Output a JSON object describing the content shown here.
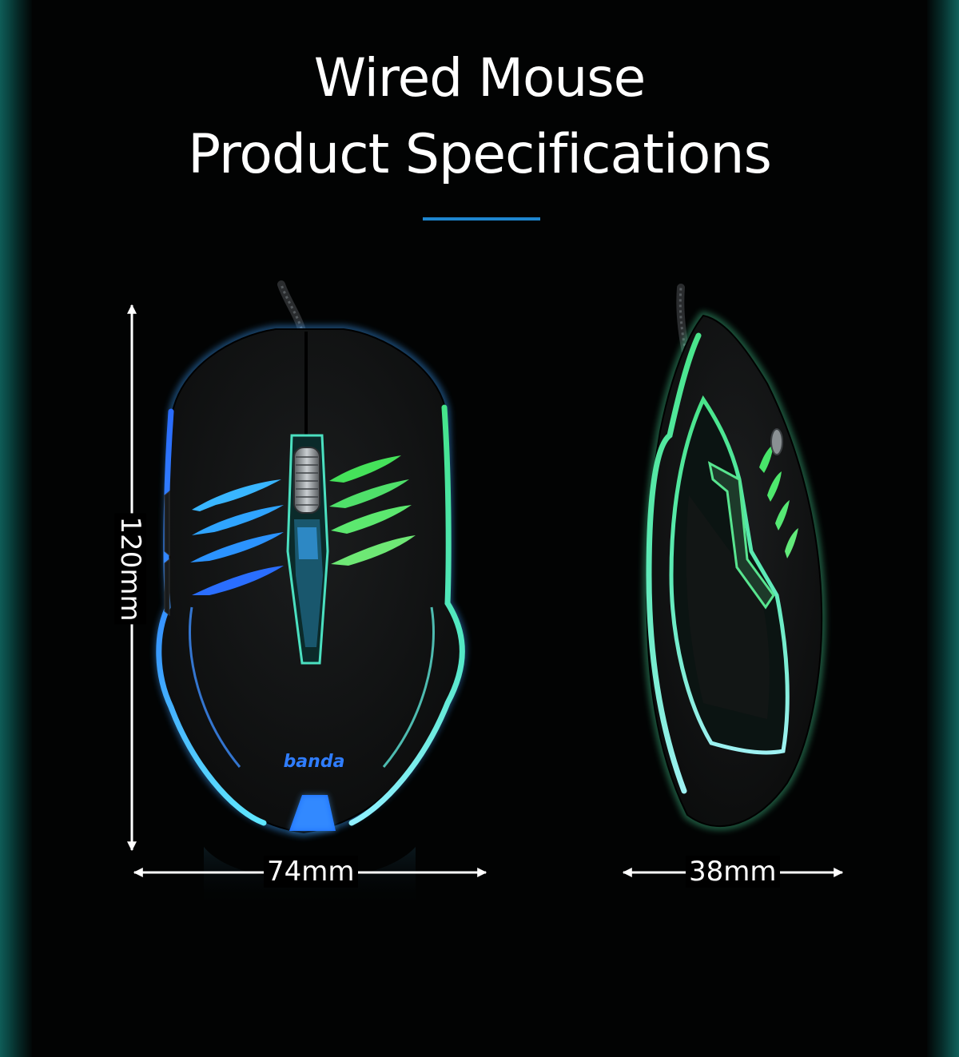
{
  "header": {
    "title_line_1": "Wired Mouse",
    "title_line_2": "Product Specifications"
  },
  "colors": {
    "accent_bar": "#1e86cf",
    "edge_teal": "#0f5c57",
    "glow_blue": "#2f86ff",
    "glow_green": "#44e07a",
    "glow_cyan": "#59e6d2"
  },
  "product": {
    "brand_logo_text": "banda",
    "top_view": {
      "name": "mouse-top-view"
    },
    "side_view": {
      "name": "mouse-side-view"
    }
  },
  "dimensions": {
    "height": "120mm",
    "width": "74mm",
    "depth": "38mm"
  }
}
